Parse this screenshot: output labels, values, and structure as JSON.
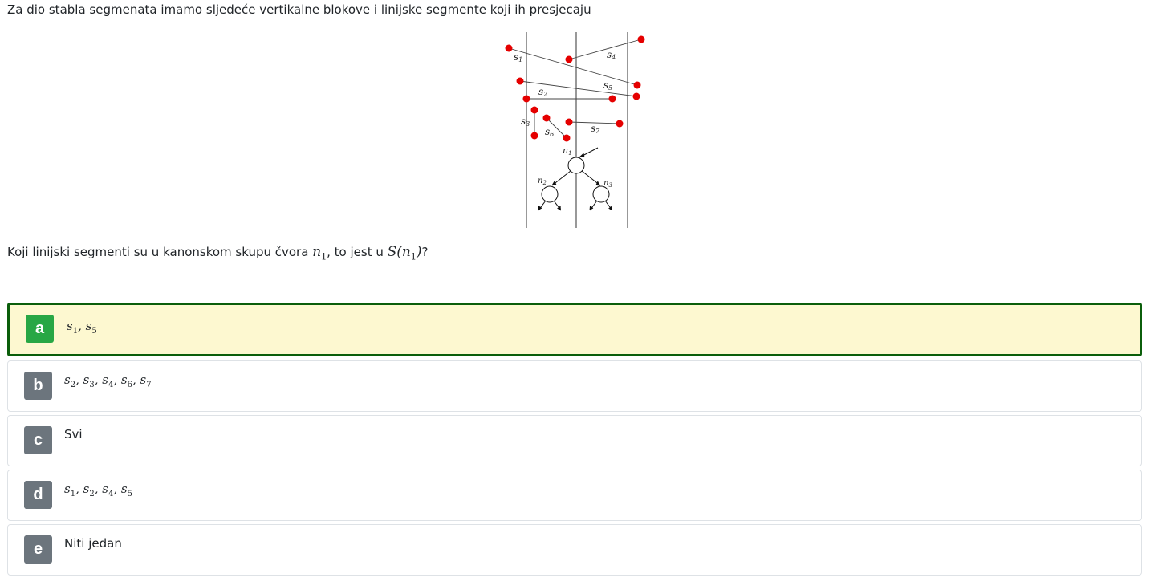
{
  "intro_text": "Za dio stabla segmenata imamo sljedeće vertikalne blokove i linijske segmente koji ih presjecaju",
  "figure": {
    "segment_labels": [
      "s1",
      "s2",
      "s3",
      "s4",
      "s5",
      "s6",
      "s7"
    ],
    "node_labels": [
      "n1",
      "n2",
      "n3"
    ]
  },
  "question": {
    "prefix": "Koji linijski segmenti su u kanonskom skupu čvora ",
    "node": "n",
    "node_sub": "1",
    "middle": ", to jest u ",
    "set_expr": "S(n",
    "set_sub": "1",
    "set_close": ")",
    "suffix": "?"
  },
  "answers": [
    {
      "letter": "a",
      "text": "s1, s5",
      "selected": true
    },
    {
      "letter": "b",
      "text": "s2, s3, s4, s6, s7",
      "selected": false
    },
    {
      "letter": "c",
      "text": "Svi",
      "selected": false
    },
    {
      "letter": "d",
      "text": "s1, s2, s4, s5",
      "selected": false
    },
    {
      "letter": "e",
      "text": "Niti jedan",
      "selected": false
    }
  ],
  "colors": {
    "selected_border": "#0b5e0b",
    "selected_bg": "#fdf8d0",
    "selected_letter_bg": "#28a745",
    "letter_bg": "#6c757d",
    "endpoint": "#e50000"
  }
}
